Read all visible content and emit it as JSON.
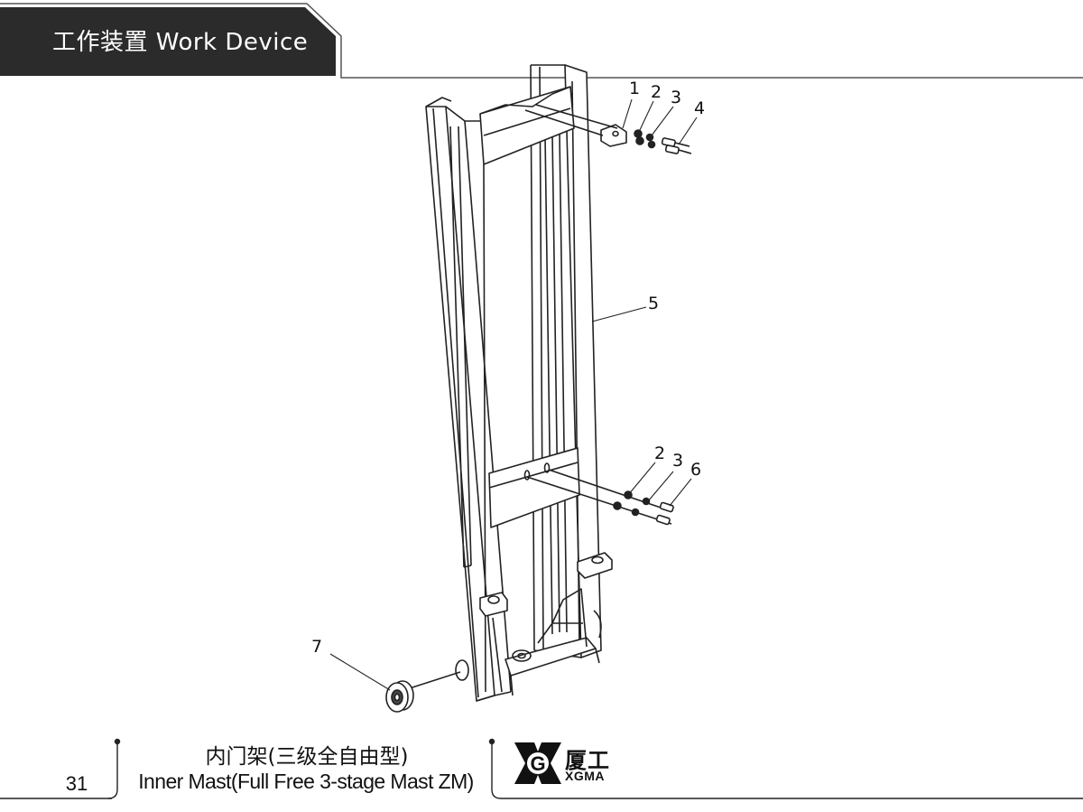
{
  "header": {
    "title": "工作装置  Work Device"
  },
  "diagram": {
    "callouts": [
      {
        "id": "1",
        "label": "1"
      },
      {
        "id": "2a",
        "label": "2"
      },
      {
        "id": "3a",
        "label": "3"
      },
      {
        "id": "4",
        "label": "4"
      },
      {
        "id": "5",
        "label": "5"
      },
      {
        "id": "2b",
        "label": "2"
      },
      {
        "id": "3b",
        "label": "3"
      },
      {
        "id": "6",
        "label": "6"
      },
      {
        "id": "7",
        "label": "7"
      }
    ]
  },
  "footer": {
    "page_number": "31",
    "caption_cn": "内门架(三级全自由型)",
    "caption_en": "Inner Mast(Full Free 3-stage Mast ZM)",
    "logo": {
      "mark": "G",
      "name_cn": "厦工",
      "name_en": "XGMA"
    }
  },
  "colors": {
    "banner": "#2b2b2b",
    "line": "#222222",
    "paper": "#ffffff"
  }
}
